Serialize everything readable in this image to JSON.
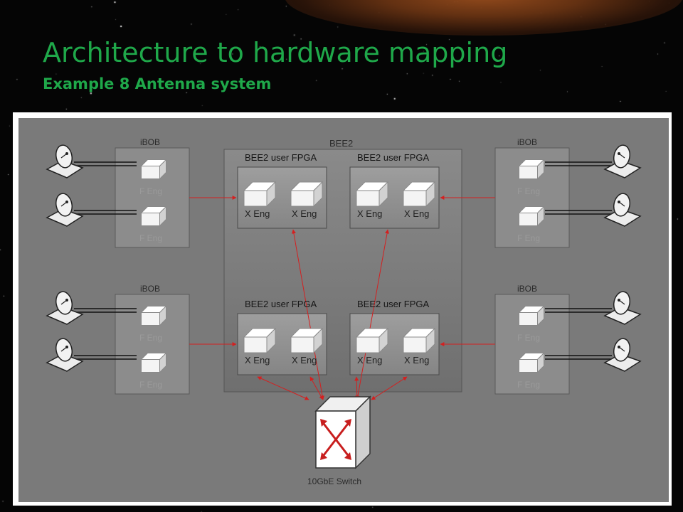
{
  "slide": {
    "title": "Architecture to hardware mapping",
    "subtitle": "Example 8 Antenna system"
  },
  "diagram": {
    "bee2_label": "BEE2",
    "ibob_label": "iBOB",
    "fpga_label": "BEE2 user FPGA",
    "x_engine_label": "X Eng",
    "f_engine_label": "F Eng",
    "switch_label": "10GbE Switch",
    "link_color": "#d42020",
    "background_color": "#7a7a7a"
  }
}
